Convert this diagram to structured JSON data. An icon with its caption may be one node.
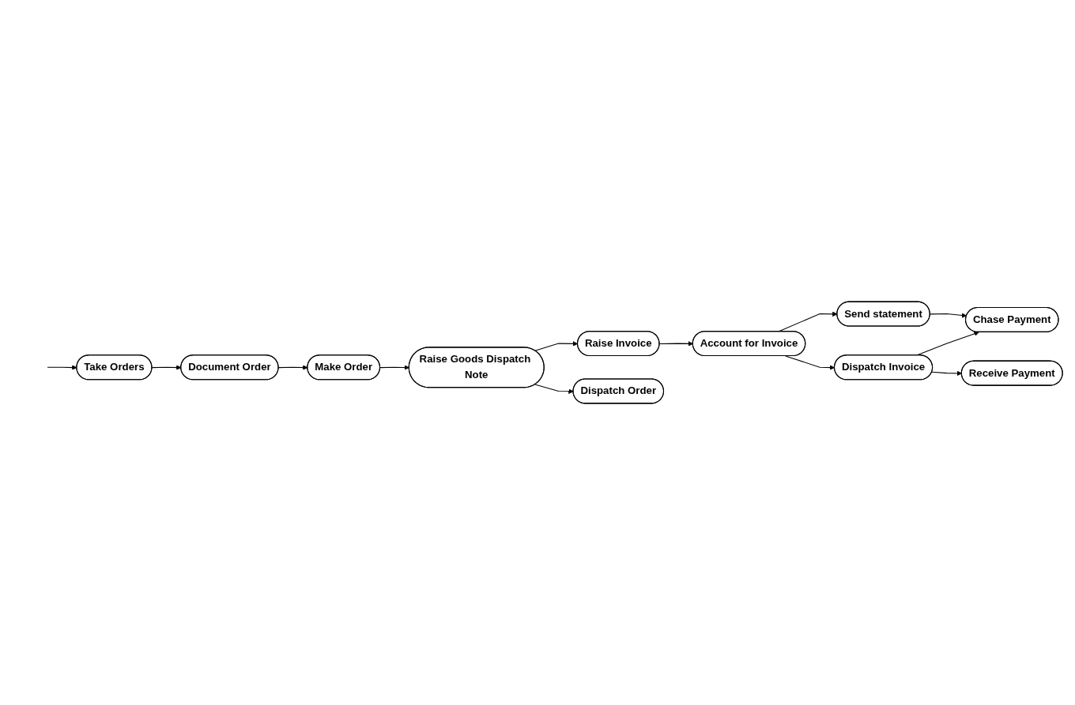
{
  "diagram": {
    "nodes": [
      {
        "text": [
          "Take Orders"
        ]
      },
      {
        "text": [
          "Chase Payment"
        ]
      },
      {
        "text": [
          "Receive Payment"
        ]
      },
      {
        "text": [
          "Document Order"
        ]
      },
      {
        "text": [
          "Send statement"
        ]
      },
      {
        "text": [
          "Dispatch Invoice"
        ]
      },
      {
        "text": [
          "Account for Invoice"
        ]
      },
      {
        "text": [
          "Make Order"
        ]
      },
      {
        "text": [
          "Raise Invoice"
        ]
      },
      {
        "text": [
          "Dispatch Order"
        ]
      },
      {
        "text": [
          "Raise Goods Dispatch Note"
        ]
      }
    ],
    "edges": [
      {
        "from": null,
        "to": 0,
        "arrow": "to"
      },
      {
        "from": 0,
        "to": 3,
        "arrow": "to"
      },
      {
        "from": 3,
        "to": 7,
        "arrow": "to"
      },
      {
        "from": 7,
        "to": 10,
        "arrow": "to"
      },
      {
        "from": 10,
        "to": 9,
        "arrow": "to"
      },
      {
        "from": 10,
        "to": 8,
        "arrow": "to"
      },
      {
        "from": 8,
        "to": 6,
        "arrow": "to"
      },
      {
        "from": 6,
        "to": 5,
        "arrow": "to"
      },
      {
        "from": 6,
        "to": 4,
        "arrow": "to"
      },
      {
        "from": 4,
        "to": 1,
        "arrow": "to"
      },
      {
        "from": 5,
        "to": 1,
        "arrow": "to"
      },
      {
        "from": 5,
        "to": 2,
        "arrow": "to"
      }
    ]
  }
}
